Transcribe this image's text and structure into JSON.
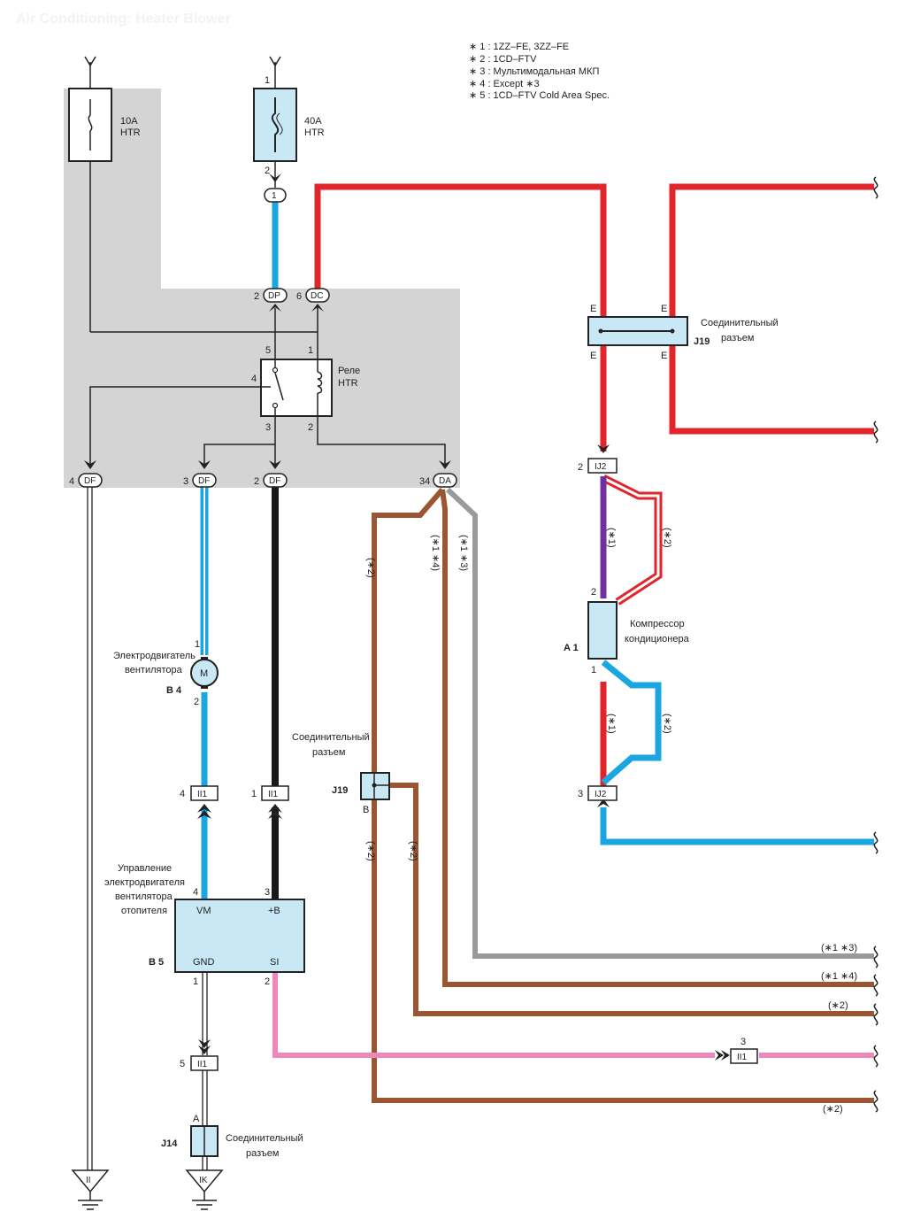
{
  "header": {
    "title": "Air Conditioning: Heater Blower",
    "subtitle": ""
  },
  "notes": [
    "∗ 1 : 1ZZ–FE,  3ZZ–FE",
    "∗ 2 : 1CD–FTV",
    "∗ 3 : Мультимодальная МКП",
    "∗ 4 : Except ∗3",
    "∗ 5 : 1CD–FTV Cold Area Spec."
  ],
  "fuses": {
    "fuse_10a": {
      "line1": "10A",
      "line2": "HTR"
    },
    "fuse_40a": {
      "line1": "40A",
      "line2": "HTR",
      "pin_top": "1",
      "pin_bottom": "2",
      "conn": "1"
    }
  },
  "relay": {
    "line1": "Реле",
    "line2": "HTR",
    "pin5": "5",
    "pin1": "1",
    "pin4": "4",
    "pin3": "3",
    "pin2": "2"
  },
  "box_connectors": {
    "dp": {
      "pin": "2",
      "code": "DP"
    },
    "dc": {
      "pin": "6",
      "code": "DC"
    },
    "df4": {
      "pin": "4",
      "code": "DF"
    },
    "df3": {
      "pin": "3",
      "code": "DF"
    },
    "df2": {
      "pin": "2",
      "code": "DF"
    },
    "da": {
      "pin": "34",
      "code": "DA"
    }
  },
  "j19_top": {
    "line1": "Соединительный",
    "line2": "разъем",
    "code": "J19",
    "pin": "E"
  },
  "j19_mid": {
    "line1": "Соединительный",
    "line2": "разъем",
    "code": "J19",
    "pin": "B"
  },
  "j14": {
    "line1": "Соединительный",
    "line2": "разъем",
    "code": "J14",
    "pin": "A"
  },
  "compressor": {
    "line1": "Компрессор",
    "line2": "кондиционера",
    "code": "A 1",
    "pin_top": "2",
    "pin_bottom": "1"
  },
  "ij2_top": {
    "pin": "2",
    "code": "IJ2"
  },
  "ij2_bottom": {
    "pin": "3",
    "code": "IJ2"
  },
  "motor": {
    "line1": "Электродвигатель",
    "line2": "вентилятора",
    "code": "B 4",
    "symbol": "M",
    "pin_top": "1",
    "pin_bottom": "2"
  },
  "ii1": {
    "a_pin": "4",
    "b_pin": "1",
    "c_pin": "5",
    "d_pin": "3",
    "code": "II1"
  },
  "controller": {
    "line1": "Управление",
    "line2": "электродвигателя",
    "line3": "вентилятора",
    "line4": "отопителя",
    "code": "B 5",
    "vm": "VM",
    "b": "+B",
    "gnd": "GND",
    "si": "SI",
    "pin_vm": "4",
    "pin_b": "3",
    "pin_gnd": "1",
    "pin_si": "2"
  },
  "grounds": {
    "left": "II",
    "right": "IK"
  },
  "wire_notes": {
    "n2": "(∗2)",
    "n14": "(∗1 ∗4)",
    "n13": "(∗1 ∗3)",
    "n1": "(∗1)"
  },
  "wire_colors": {
    "red": "#e0262b",
    "blue": "#1aa6e0",
    "brown": "#9a5533",
    "pink": "#ee88bb",
    "gray": "#9a9a9a",
    "purple": "#7030a0",
    "black": "#1a1a1a",
    "box_gray": "#d4d4d4",
    "comp_fill": "#c9e8f6"
  }
}
